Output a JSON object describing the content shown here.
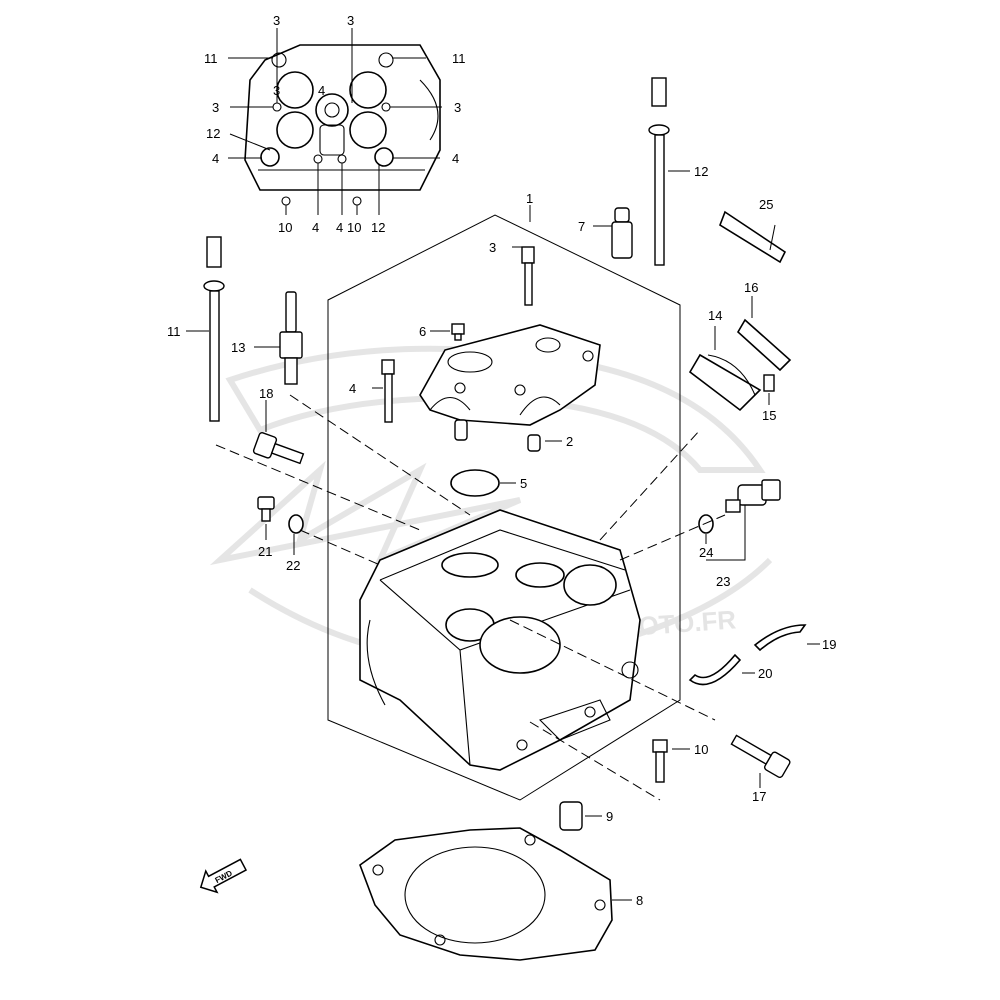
{
  "watermark": {
    "text": "MICMOTO.FR",
    "color": "#d9d9d9"
  },
  "fwd_marker": {
    "label": "FWD",
    "icon": "arrow-fwd-icon"
  },
  "inset": {
    "labels": [
      "11",
      "3",
      "3",
      "11",
      "3",
      "3",
      "3",
      "12",
      "4",
      "4",
      "4",
      "4",
      "10",
      "10",
      "4",
      "12"
    ]
  },
  "parts": {
    "p1": "1",
    "p2": "2",
    "p3": "3",
    "p4": "4",
    "p5": "5",
    "p6": "6",
    "p7": "7",
    "p8": "8",
    "p9": "9",
    "p10": "10",
    "p11": "11",
    "p12": "12",
    "p13": "13",
    "p14": "14",
    "p15": "15",
    "p16": "16",
    "p17": "17",
    "p18": "18",
    "p19": "19",
    "p20": "20",
    "p21": "21",
    "p22": "22",
    "p23": "23",
    "p24": "24",
    "p25": "25"
  }
}
